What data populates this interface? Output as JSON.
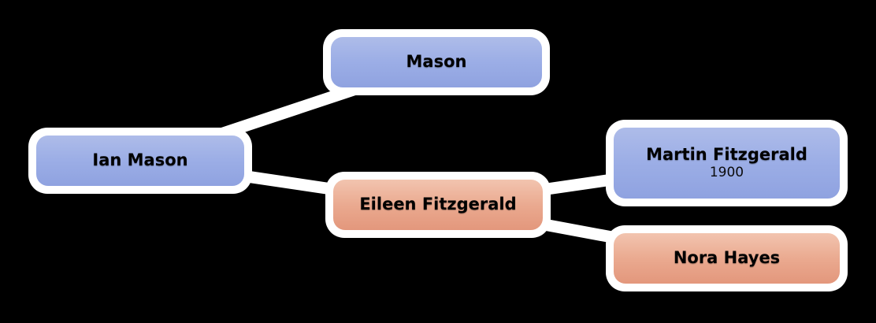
{
  "diagram": {
    "type": "family-tree",
    "background_color": "#000000",
    "connector_color": "#ffffff",
    "node_outline_color": "#ffffff",
    "node_styles": {
      "blue_gradient": [
        "#aebce9",
        "#8fa2e0"
      ],
      "salmon_gradient": [
        "#f2c4af",
        "#e3977c"
      ],
      "text_color": "#000000"
    },
    "nodes": {
      "ian": {
        "label": "Ian Mason"
      },
      "mason": {
        "label": "Mason"
      },
      "eileen": {
        "label": "Eileen Fitzgerald"
      },
      "martin": {
        "label": "Martin Fitzgerald",
        "year": "1900"
      },
      "nora": {
        "label": "Nora Hayes"
      }
    },
    "edges": [
      {
        "from": "Ian Mason",
        "to": "Mason"
      },
      {
        "from": "Ian Mason",
        "to": "Eileen Fitzgerald"
      },
      {
        "from": "Eileen Fitzgerald",
        "to": "Martin Fitzgerald"
      },
      {
        "from": "Eileen Fitzgerald",
        "to": "Nora Hayes"
      }
    ]
  }
}
